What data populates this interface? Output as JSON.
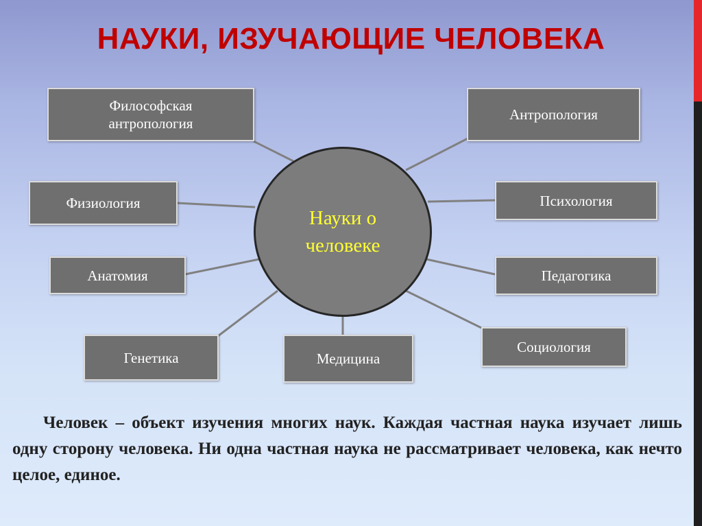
{
  "title": "НАУКИ, ИЗУЧАЮЩИЕ ЧЕЛОВЕКА",
  "hub": {
    "line1": "Науки о",
    "line2": "человеке"
  },
  "sciences": {
    "philosophical_anthropology": {
      "line1": "Философская",
      "line2": "антропология"
    },
    "anthropology": "Антропология",
    "physiology": "Физиология",
    "psychology": "Психология",
    "anatomy": "Анатомия",
    "pedagogy": "Педагогика",
    "genetics": "Генетика",
    "medicine": "Медицина",
    "sociology": "Социология"
  },
  "description": "Человек – объект изучения многих наук. Каждая частная наука изучает лишь одну сторону человека. Ни одна частная наука не рассматривает человека, как нечто целое, единое.",
  "colors": {
    "title": "#c00000",
    "hub_text": "#ffff33",
    "box_fill": "#6f6f6f",
    "accent_red": "#e5262b"
  }
}
